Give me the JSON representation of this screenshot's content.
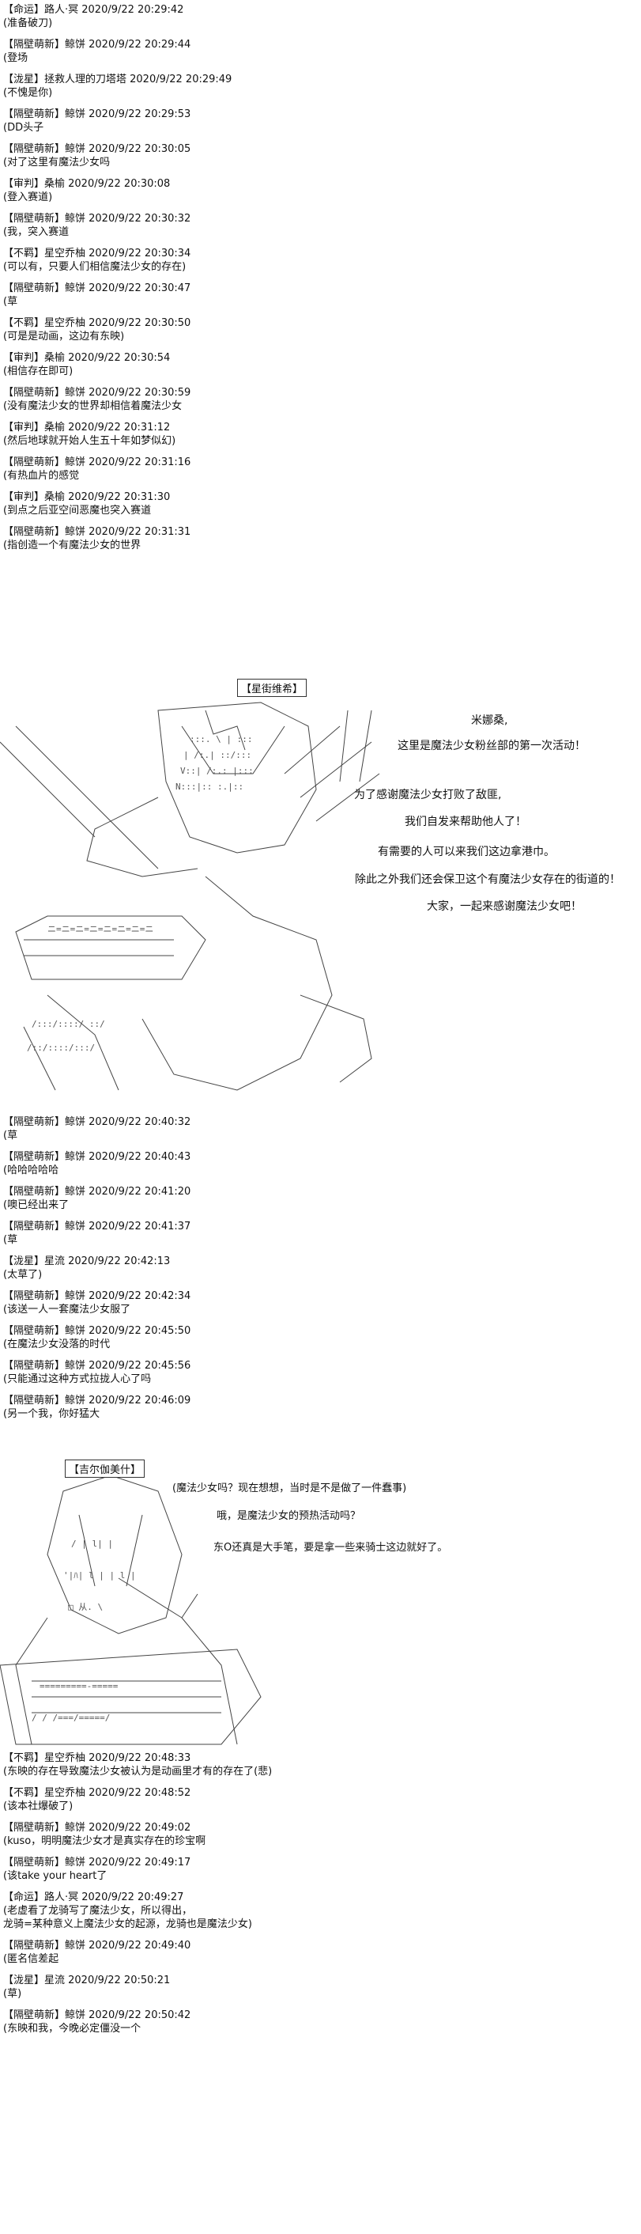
{
  "log1": [
    {
      "header": "【命运】路人·冥 2020/9/22 20:29:42",
      "text": "(准备破刀)"
    },
    {
      "header": "【隔壁萌新】鲸饼 2020/9/22 20:29:44",
      "text": "(登场"
    },
    {
      "header": "【泷星】拯救人理的刀塔塔 2020/9/22 20:29:49",
      "text": "(不愧是你)"
    },
    {
      "header": "【隔壁萌新】鲸饼 2020/9/22 20:29:53",
      "text": "(DD头子"
    },
    {
      "header": "【隔壁萌新】鲸饼 2020/9/22 20:30:05",
      "text": "(对了这里有魔法少女吗"
    },
    {
      "header": "【审判】桑榆 2020/9/22 20:30:08",
      "text": "(登入赛道)"
    },
    {
      "header": "【隔壁萌新】鲸饼 2020/9/22 20:30:32",
      "text": "(我，突入赛道"
    },
    {
      "header": "【不羁】星空乔柚 2020/9/22 20:30:34",
      "text": "(可以有，只要人们相信魔法少女的存在)"
    },
    {
      "header": "【隔壁萌新】鲸饼 2020/9/22 20:30:47",
      "text": "(草"
    },
    {
      "header": "【不羁】星空乔柚 2020/9/22 20:30:50",
      "text": "(可是是动画，这边有东映)"
    },
    {
      "header": "【审判】桑榆 2020/9/22 20:30:54",
      "text": "(相信存在即可)"
    },
    {
      "header": "【隔壁萌新】鲸饼 2020/9/22 20:30:59",
      "text": "(没有魔法少女的世界却相信着魔法少女"
    },
    {
      "header": "【审判】桑榆 2020/9/22 20:31:12",
      "text": "(然后地球就开始人生五十年如梦似幻)"
    },
    {
      "header": "【隔壁萌新】鲸饼 2020/9/22 20:31:16",
      "text": "(有热血片的感觉"
    },
    {
      "header": "【审判】桑榆 2020/9/22 20:31:30",
      "text": "(到点之后亚空间恶魔也突入赛道"
    },
    {
      "header": "【隔壁萌新】鲸饼 2020/9/22 20:31:31",
      "text": "(指创造一个有魔法少女的世界"
    }
  ],
  "scene1": {
    "caption": "【星街维希】",
    "lines": [
      "米娜桑,",
      "这里是魔法少女粉丝部的第一次活动！",
      "为了感谢魔法少女打败了敌匪,",
      "我们自发来帮助他人了！",
      "有需要的人可以来我们这边拿港巾。",
      "除此之外我们还会保卫这个有魔法少女存在的街道的！",
      "大家，一起来感谢魔法少女吧！"
    ]
  },
  "log2": [
    {
      "header": "【隔壁萌新】鲸饼 2020/9/22 20:40:32",
      "text": "(草"
    },
    {
      "header": "【隔壁萌新】鲸饼 2020/9/22 20:40:43",
      "text": "(哈哈哈哈哈"
    },
    {
      "header": "【隔壁萌新】鲸饼 2020/9/22 20:41:20",
      "text": "(噢已经出来了"
    },
    {
      "header": "【隔壁萌新】鲸饼 2020/9/22 20:41:37",
      "text": "(草"
    },
    {
      "header": "【泷星】星流 2020/9/22 20:42:13",
      "text": "(太草了)"
    },
    {
      "header": "【隔壁萌新】鲸饼 2020/9/22 20:42:34",
      "text": "(该送一人一套魔法少女服了"
    },
    {
      "header": "【隔壁萌新】鲸饼 2020/9/22 20:45:50",
      "text": "(在魔法少女没落的时代"
    },
    {
      "header": "【隔壁萌新】鲸饼 2020/9/22 20:45:56",
      "text": "(只能通过这种方式拉拢人心了吗"
    },
    {
      "header": "【隔壁萌新】鲸饼 2020/9/22 20:46:09",
      "text": "(另一个我，你好猛大"
    }
  ],
  "scene2": {
    "caption": "【吉尔伽美什】",
    "lines": [
      "(魔法少女吗？现在想想，当时是不是做了一件蠢事)",
      "哦，是魔法少女的预热活动吗？",
      "东O还真是大手笔，要是拿一些来骑士这边就好了。"
    ]
  },
  "log3": [
    {
      "header": "【不羁】星空乔柚 2020/9/22 20:48:33",
      "text": "(东映的存在导致魔法少女被认为是动画里才有的存在了(悲)"
    },
    {
      "header": "【不羁】星空乔柚 2020/9/22 20:48:52",
      "text": "(该本社爆破了)"
    },
    {
      "header": "【隔壁萌新】鲸饼 2020/9/22 20:49:02",
      "text": "(kuso，明明魔法少女才是真实存在的珍宝啊"
    },
    {
      "header": "【隔壁萌新】鲸饼 2020/9/22 20:49:17",
      "text": "(该take your heart了"
    },
    {
      "header": "【命运】路人·冥 2020/9/22 20:49:27",
      "text": "(老虚看了龙骑写了魔法少女，所以得出，\n龙骑=某种意义上魔法少女的起源，龙骑也是魔法少女)"
    },
    {
      "header": "【隔壁萌新】鲸饼 2020/9/22 20:49:40",
      "text": "(匿名信差起"
    },
    {
      "header": "【泷星】星流 2020/9/22 20:50:21",
      "text": "(草)"
    },
    {
      "header": "【隔壁萌新】鲸饼 2020/9/22 20:50:42",
      "text": "(东映和我，今晚必定僵没一个"
    }
  ]
}
